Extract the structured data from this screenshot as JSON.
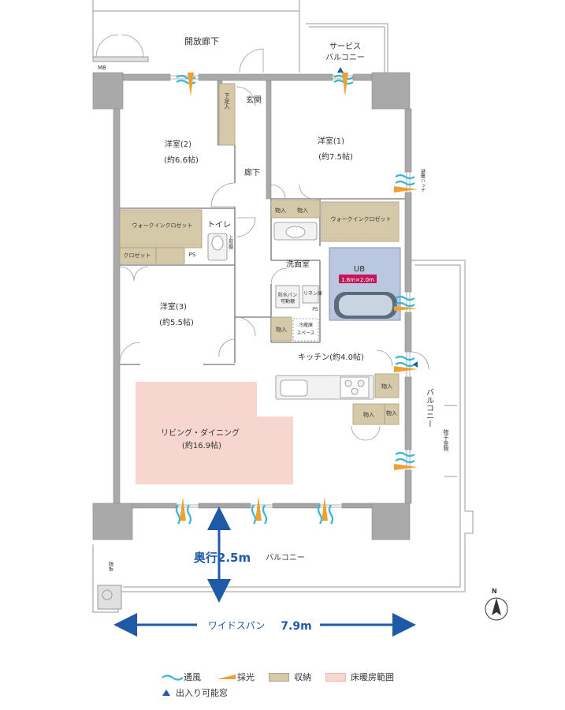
{
  "colors": {
    "wall": "#a9a9a9",
    "wall_dark": "#8c8c8c",
    "storage": "#d6c9a9",
    "floor_heating": "#f6d6cf",
    "bath": "#b9c8de",
    "arrow_blue": "#1f5aa6",
    "ventilation": "#38b6d8",
    "daylight": "#f0a030",
    "ub_badge": "#c2185b"
  },
  "rooms": {
    "open_corridor": "開放廊下",
    "service_balcony_1": "サービス",
    "service_balcony_2": "バルコニー",
    "mb": "MB",
    "entrance": "玄関",
    "shoe_box": "下足入",
    "hallway": "廊下",
    "western_1": "洋室(1)",
    "western_1_size": "(約7.5帖)",
    "western_2": "洋室(2)",
    "western_2_size": "(約6.6帖)",
    "western_3": "洋室(3)",
    "western_3_size": "(約5.5帖)",
    "walk_in_closet": "ウォークインクロゼット",
    "closet": "クロゼット",
    "toilet": "トイレ",
    "upper_shelf": "上部棚",
    "ps": "PS",
    "storage": "物入",
    "washroom": "洗面室",
    "ub": "UB",
    "ub_size": "1.6m×2.0m",
    "waterproof_pan_1": "防水パン",
    "waterproof_pan_2": "可動棚",
    "linen_1": "リネン",
    "linen_2": "庫",
    "fridge_1": "冷蔵庫",
    "fridge_2": "スペース",
    "kitchen": "キッチン(約4.0帖)",
    "living": "リビング・ダイニング",
    "living_size": "(約16.9帖)",
    "balcony_side": "バルコニー",
    "balcony_bottom": "バルコニー",
    "drying_hardware": "物干金物",
    "partition": "隔板",
    "emergency_partition": "避難ハッチ",
    "north": "N"
  },
  "dimensions": {
    "depth": "奥行2.5m",
    "wide_span_label": "ワイドスパン",
    "wide_span_value": "7.9m"
  },
  "legend": {
    "ventilation": "通風",
    "daylight": "採光",
    "storage": "収納",
    "floor_heating": "床暖房範囲",
    "openable_window": "出入り可能窓"
  }
}
